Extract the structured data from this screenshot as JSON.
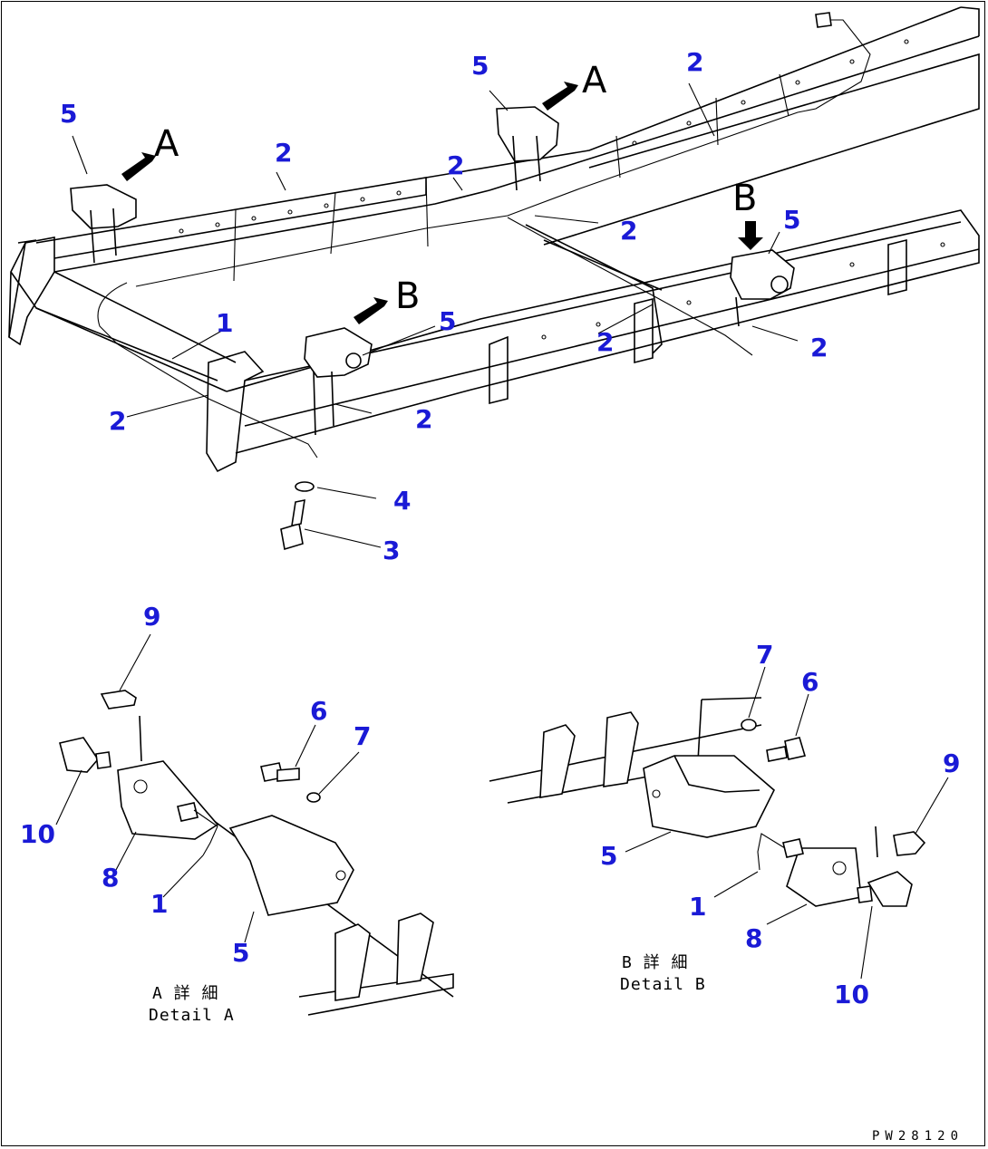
{
  "callouts": {
    "c1": "1",
    "c2": "2",
    "c3": "3",
    "c4": "4",
    "c5": "5",
    "c6": "6",
    "c7": "7",
    "c8": "8",
    "c9": "9",
    "c10": "10"
  },
  "view_letters": {
    "a": "A",
    "b": "B"
  },
  "details": {
    "a_jp": "A 詳 細",
    "a_en": "Detail A",
    "b_jp": "B 詳 細",
    "b_en": "Detail B"
  },
  "drawing_code": "PW28120",
  "colors": {
    "callout": "#1a1ad6",
    "line": "#000000",
    "background": "#ffffff"
  }
}
